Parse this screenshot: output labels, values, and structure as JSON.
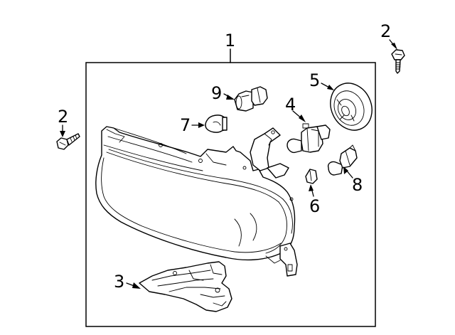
{
  "callouts": {
    "c1": "1",
    "c2_top": "2",
    "c2_left": "2",
    "c3": "3",
    "c4": "4",
    "c5": "5",
    "c6": "6",
    "c7": "7",
    "c8": "8",
    "c9": "9"
  },
  "colors": {
    "line": "#000000",
    "background": "#ffffff"
  }
}
